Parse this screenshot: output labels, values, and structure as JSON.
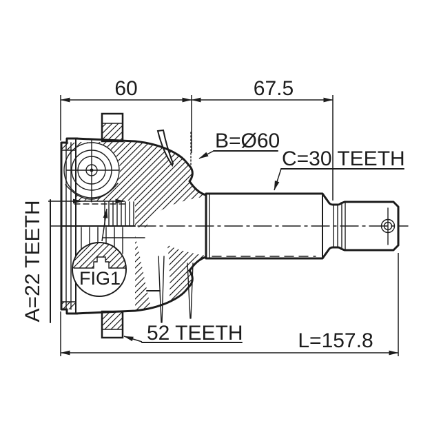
{
  "drawing": {
    "description": "CV joint outer race technical line drawing",
    "background_color": "#ffffff",
    "line_color": "#1c1c1c",
    "dimensions": {
      "joint_width": "60",
      "outer_section_width": "67.5",
      "overall_length": "L=157.8"
    },
    "labels": {
      "inner_spline": "A=22 TEETH",
      "body_diameter": "B=Ø60",
      "outer_spline": "C=30 TEETH",
      "abs_ring": "52 TEETH",
      "figure_reference": "FIG1"
    }
  }
}
